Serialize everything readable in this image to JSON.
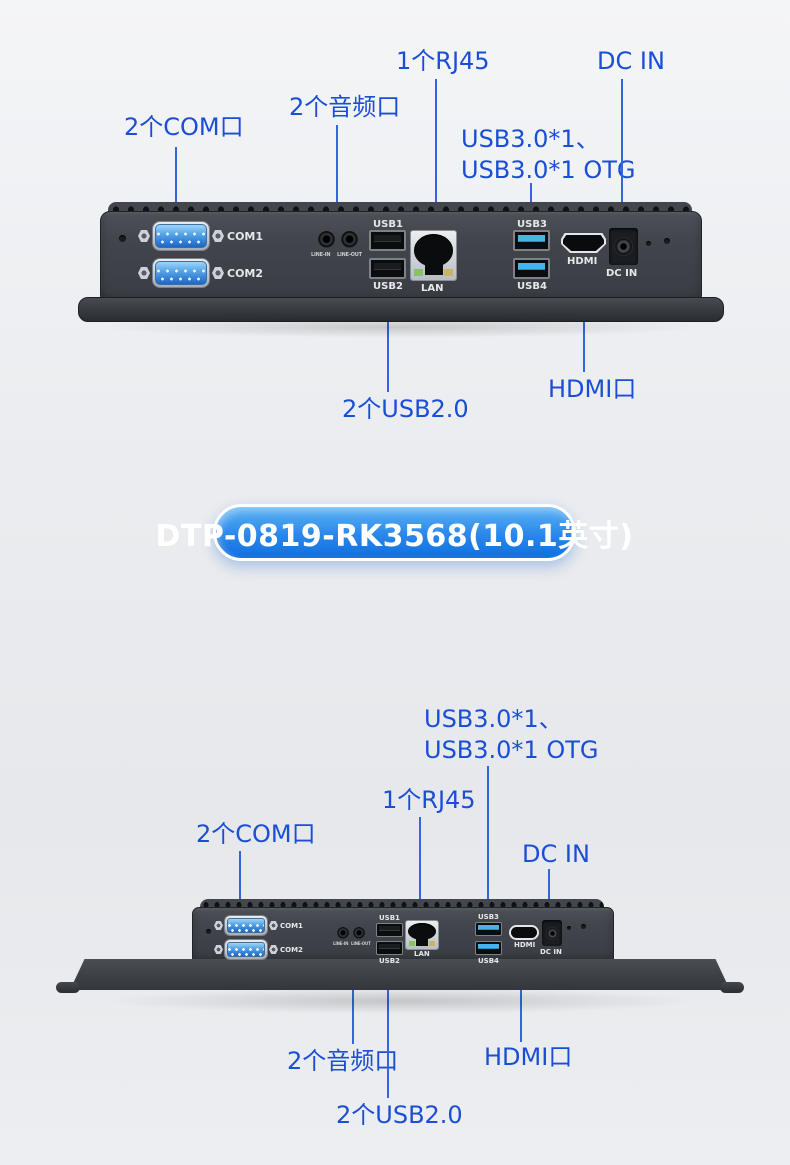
{
  "badge": {
    "label": "DTP-0819-RK3568(10.1英寸)"
  },
  "colors": {
    "callout_text": "#1a4ed6",
    "leader_line": "#3565de",
    "badge_gradient_top": "#5cb3f4",
    "badge_gradient_bottom": "#0e6fe0",
    "usb3_tongue": "#45b5e9"
  },
  "top_view": {
    "callouts": {
      "com": "2个COM口",
      "audio": "2个音频口",
      "rj45": "1个RJ45",
      "usb3_line1": "USB3.0*1、",
      "usb3_line2": "USB3.0*1 OTG",
      "dc_in": "DC IN",
      "usb2": "2个USB2.0",
      "hdmi": "HDMI口"
    },
    "ports": {
      "com1": "COM1",
      "com2": "COM2",
      "line_in": "LINE-IN",
      "line_out": "LINE-OUT",
      "usb1": "USB1",
      "usb2": "USB2",
      "lan": "LAN",
      "usb3": "USB3",
      "usb4": "USB4",
      "hdmi": "HDMI",
      "dc_in": "DC IN"
    }
  },
  "bottom_view": {
    "callouts": {
      "com": "2个COM口",
      "audio": "2个音频口",
      "rj45": "1个RJ45",
      "usb3_line1": "USB3.0*1、",
      "usb3_line2": "USB3.0*1 OTG",
      "dc_in": "DC IN",
      "usb2": "2个USB2.0",
      "hdmi": "HDMI口"
    },
    "ports": {
      "com1": "COM1",
      "com2": "COM2",
      "line_in": "LINE-IN",
      "line_out": "LINE-OUT",
      "usb1": "USB1",
      "usb2": "USB2",
      "lan": "LAN",
      "usb3": "USB3",
      "usb4": "USB4",
      "hdmi": "HDMI",
      "dc_in": "DC IN"
    }
  }
}
